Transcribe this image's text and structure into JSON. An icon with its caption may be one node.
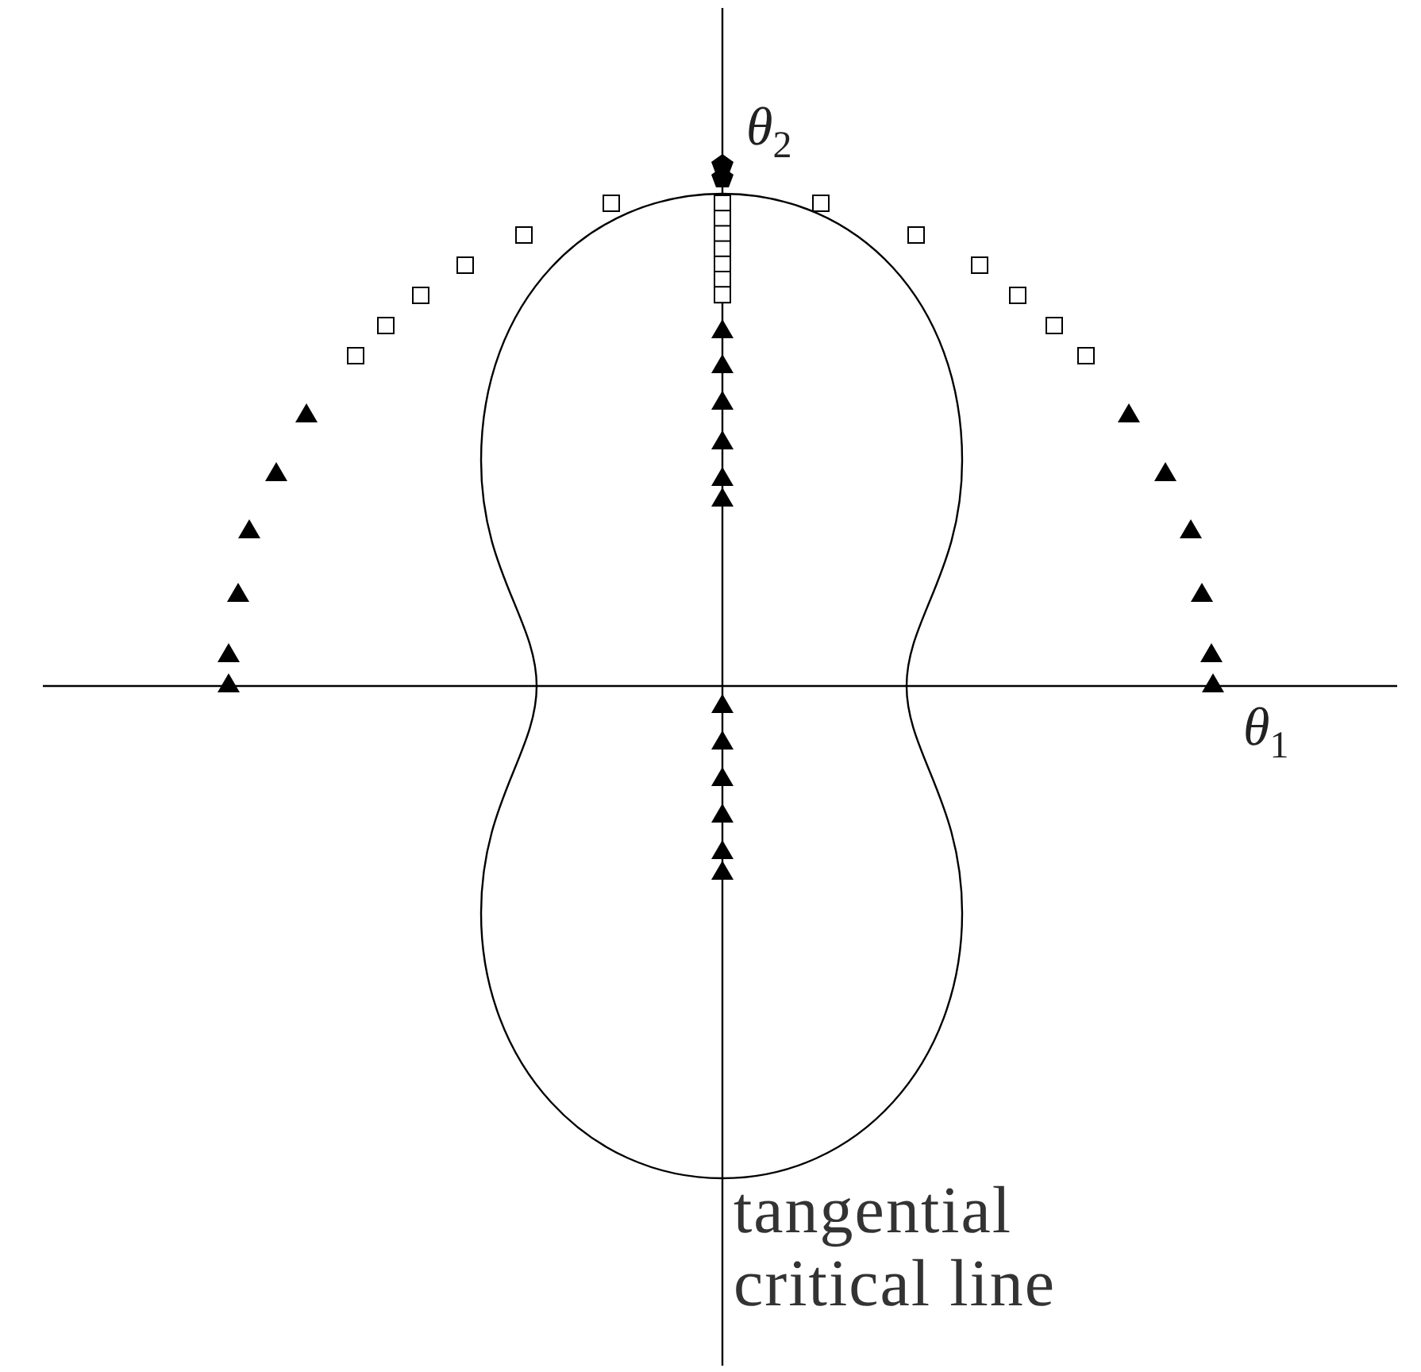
{
  "diagram": {
    "labels": [
      "θ$_{2}$",
      "θ$_{1}$",
      "tangential critical line"
    ]
  }
}
